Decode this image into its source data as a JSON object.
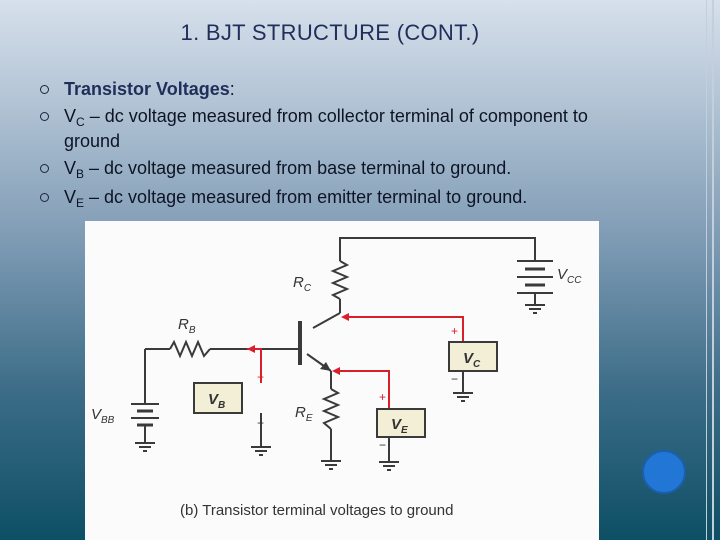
{
  "slide": {
    "title": "1. BJT STRUCTURE (CONT.)",
    "heading": "Transistor Voltages",
    "heading_suffix": ":",
    "bullets": [
      {
        "v": "V",
        "sub": "C",
        "text": " – dc voltage measured from collector terminal of component to ground"
      },
      {
        "v": "V",
        "sub": "B",
        "text": " – dc voltage measured from base terminal to ground."
      },
      {
        "v": "V",
        "sub": "E",
        "text": " – dc voltage measured from emitter terminal to ground."
      }
    ]
  },
  "figure": {
    "caption": "(b)  Transistor terminal voltages to ground",
    "labels": {
      "rc_main": "R",
      "rc_sub": "C",
      "rb_main": "R",
      "rb_sub": "B",
      "re_main": "R",
      "re_sub": "E",
      "vcc_main": "V",
      "vcc_sub": "CC",
      "vbb_main": "V",
      "vbb_sub": "BB",
      "vc_main": "V",
      "vc_sub": "C",
      "vb_main": "V",
      "vb_sub": "B",
      "ve_main": "V",
      "ve_sub": "E",
      "plus": "+",
      "minus": "−"
    },
    "colors": {
      "meter": "#f3eed6",
      "wire": "#3a3a3a",
      "probe": "#d81f2a"
    }
  }
}
